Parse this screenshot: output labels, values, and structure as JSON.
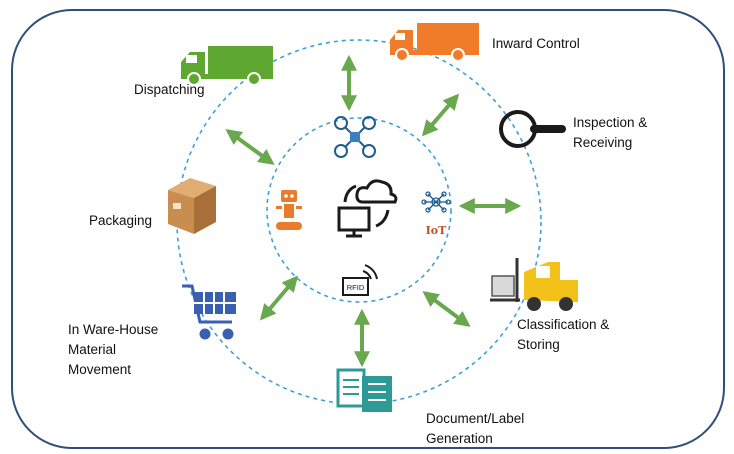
{
  "colors": {
    "frame": "#2f4f79",
    "dashed_circle": "#3f9fd6",
    "arrow": "#6aa84f",
    "truck_green": "#5ea832",
    "truck_orange": "#f07c2a",
    "robot_orange": "#e87c2c",
    "box_brown": "#c98d4f",
    "cart_blue": "#3a5fb0",
    "doc_teal": "#2e9a96",
    "forklift_yellow": "#f2c21a",
    "icon_dark": "#1a1a1a"
  },
  "icons": {
    "dispatch_truck": "green-truck-icon",
    "inward_truck": "orange-truck-icon",
    "inspection": "magnifier-icon",
    "packaging": "cardboard-box-icon",
    "movement": "shopping-cart-icon",
    "documents": "document-checklist-icon",
    "storing": "forklift-icon",
    "drone": "drone-icon",
    "robot": "robot-icon",
    "cloud": "cloud-computer-sync-icon",
    "iot": "iot-network-icon",
    "rfid": "rfid-tag-icon"
  },
  "labels": {
    "inward_control": "Inward Control",
    "dispatching": "Dispatching",
    "inspection": [
      "Inspection &",
      "Receiving"
    ],
    "packaging": "Packaging",
    "classification": [
      "Classification &",
      "Storing"
    ],
    "movement": [
      "In Ware-House",
      "Material",
      "Movement"
    ],
    "document": [
      "Document/Label",
      "Generation"
    ],
    "iot_text": "IoT",
    "rfid_text": "RFID"
  }
}
